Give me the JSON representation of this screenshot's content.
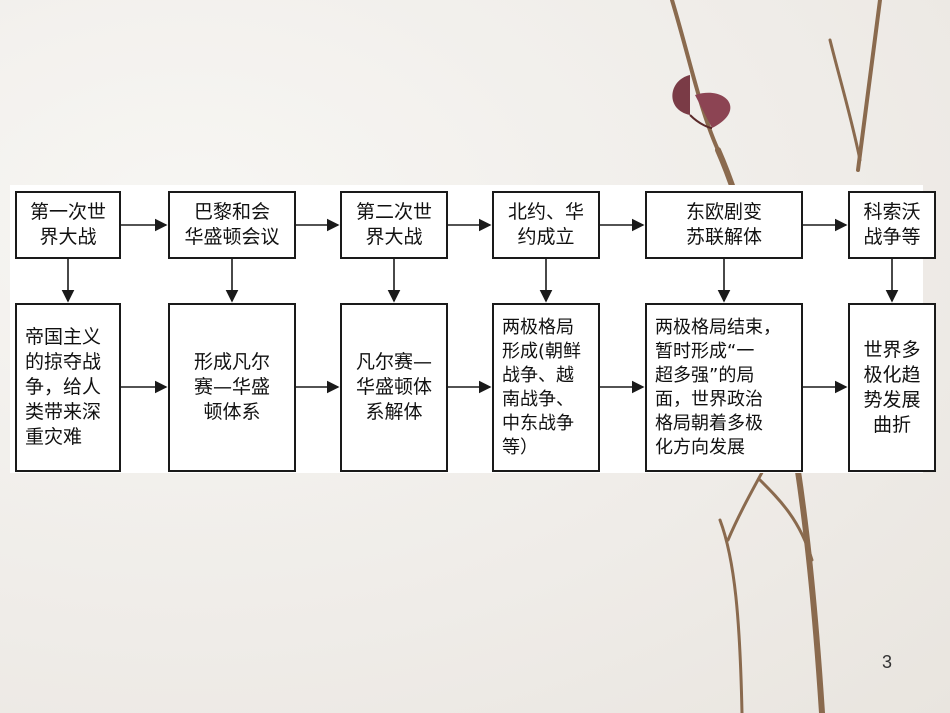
{
  "top_row": [
    {
      "text": "第一次世\n界大战"
    },
    {
      "text": "巴黎和会\n华盛顿会议"
    },
    {
      "text": "第二次世\n界大战"
    },
    {
      "text": "北约、华\n约成立"
    },
    {
      "text": "东欧剧变\n苏联解体"
    },
    {
      "text": "科索沃\n战争等"
    }
  ],
  "bottom_row": [
    {
      "text": "帝国主义\n的掠夺战\n争，给人\n类带来深\n重灾难"
    },
    {
      "text": "形成凡尔\n赛—华盛\n顿体系"
    },
    {
      "text": "凡尔赛—\n华盛顿体\n系解体"
    },
    {
      "text": "两极格局\n形成(朝鲜\n战争、越\n南战争、\n中东战争\n等）"
    },
    {
      "text": "两极格局结束，\n暂时形成“一\n超多强”的局\n面，世界政治\n格局朝着多极\n化方向发展"
    },
    {
      "text": "世界多\n极化趋\n势发展\n曲折"
    }
  ],
  "page_number": "3",
  "colors": {
    "border": "#1a1a1a",
    "background": "#f3f1ee",
    "panel": "#ffffff"
  }
}
